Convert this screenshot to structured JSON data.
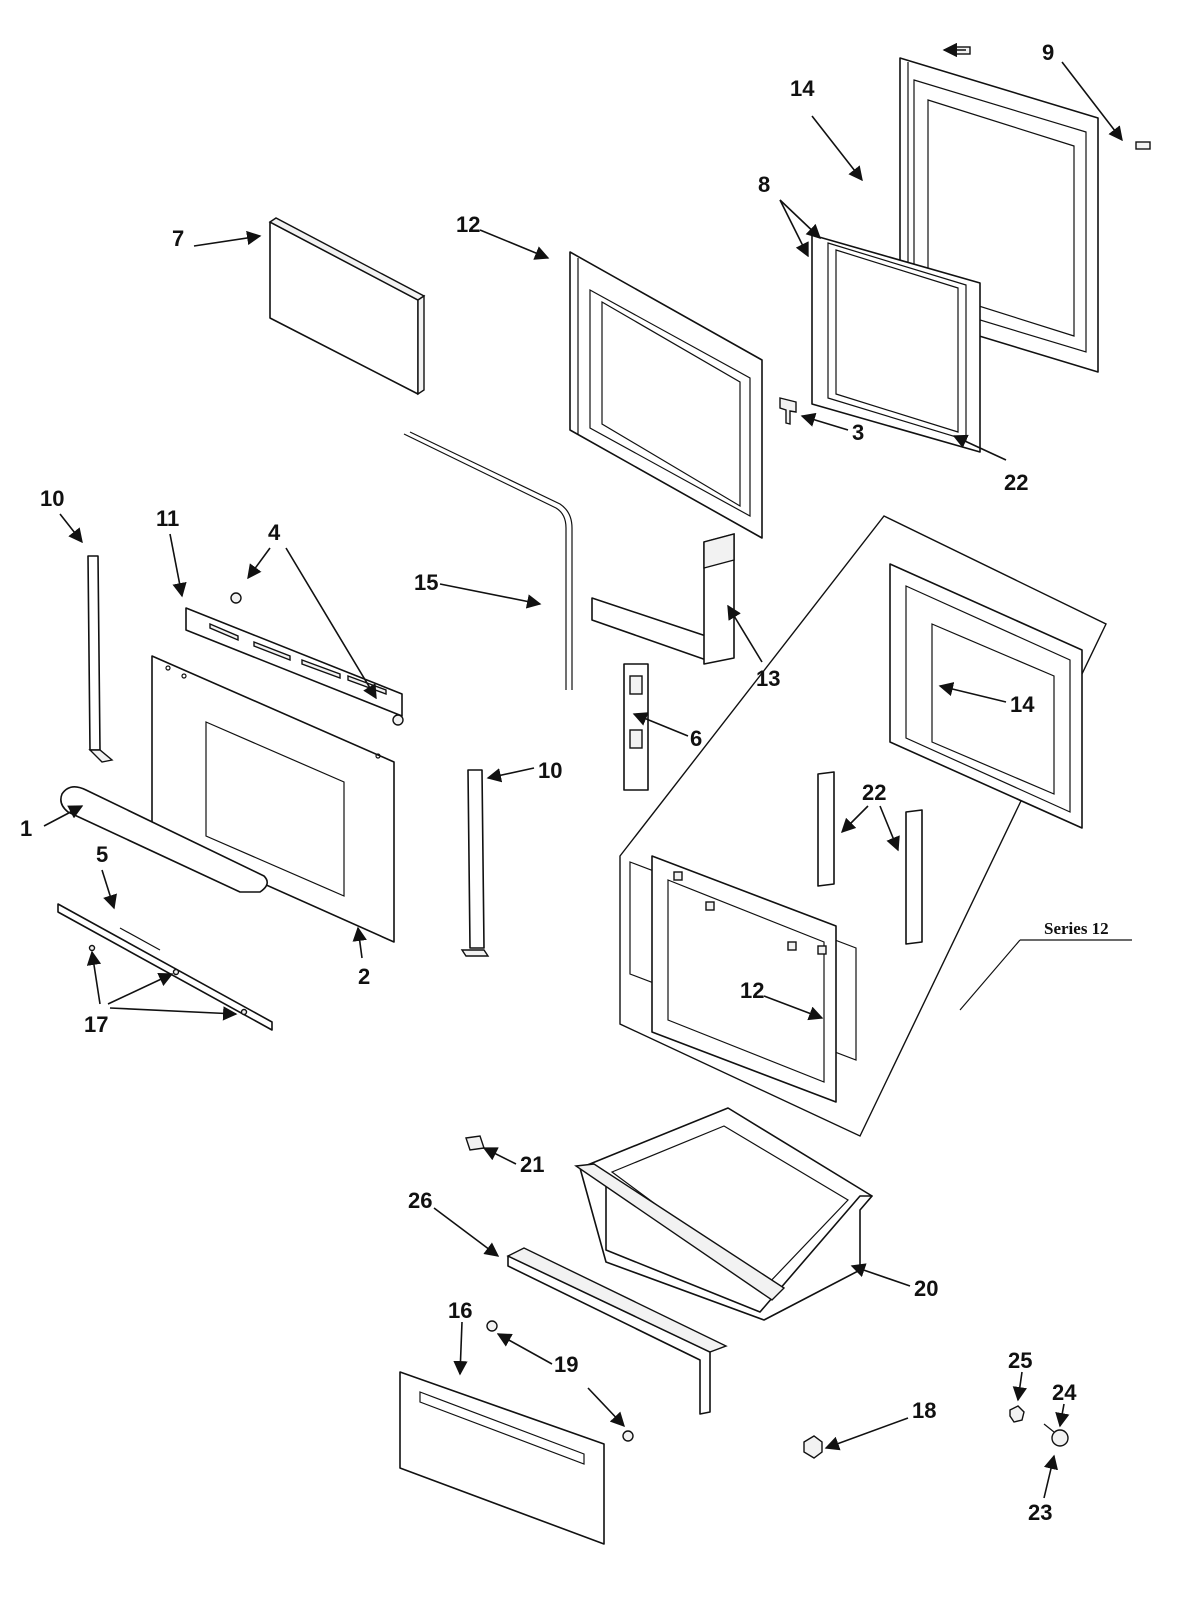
{
  "series_label": "Series 12",
  "callouts": {
    "c1": "1",
    "c2": "2",
    "c3": "3",
    "c4": "4",
    "c5": "5",
    "c6": "6",
    "c7": "7",
    "c8": "8",
    "c9": "9",
    "c10a": "10",
    "c10b": "10",
    "c11": "11",
    "c12a": "12",
    "c12b": "12",
    "c13": "13",
    "c14a": "14",
    "c14b": "14",
    "c15": "15",
    "c16": "16",
    "c17": "17",
    "c18": "18",
    "c19": "19",
    "c20": "20",
    "c21": "21",
    "c22a": "22",
    "c22b": "22",
    "c23": "23",
    "c24": "24",
    "c25": "25",
    "c26": "26"
  },
  "colors": {
    "line": "#111111",
    "background": "#ffffff"
  }
}
